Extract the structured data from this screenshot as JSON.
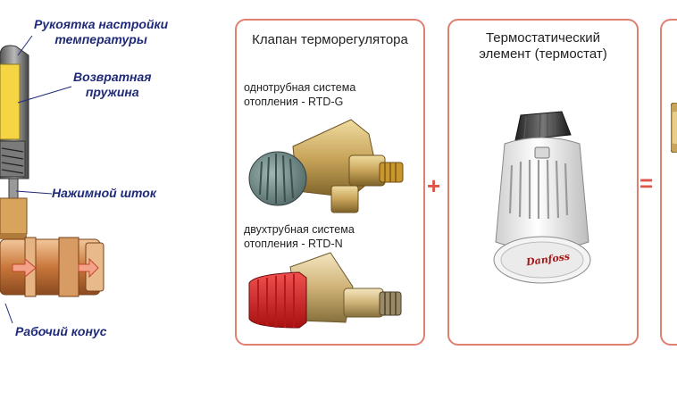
{
  "diagram": {
    "callouts": {
      "handle": [
        "Рукоятка настройки",
        "температуры"
      ],
      "spring": [
        "Возвратная",
        "пружина"
      ],
      "stem": "Нажимной шток",
      "cone": "Рабочий конус"
    },
    "valve_panel": {
      "title": "Клапан терморегулятора",
      "single_pipe": [
        "однотрубная система",
        "отопления - RTD-G"
      ],
      "double_pipe": [
        "двухтрубная система",
        "отопления - RTD-N"
      ]
    },
    "thermostat_panel": {
      "title": [
        "Термостатический",
        "элемент (термостат)"
      ],
      "brand": "Danfoss"
    },
    "operators": {
      "plus": "+",
      "equals": "="
    }
  },
  "colors": {
    "callout_text": "#1f2a78",
    "panel_border": "#e08070",
    "operator": "#e0554a",
    "valve_cap_grey": "#6d8a88",
    "valve_cap_red": "#d92222",
    "brass": "#c8a45a"
  }
}
